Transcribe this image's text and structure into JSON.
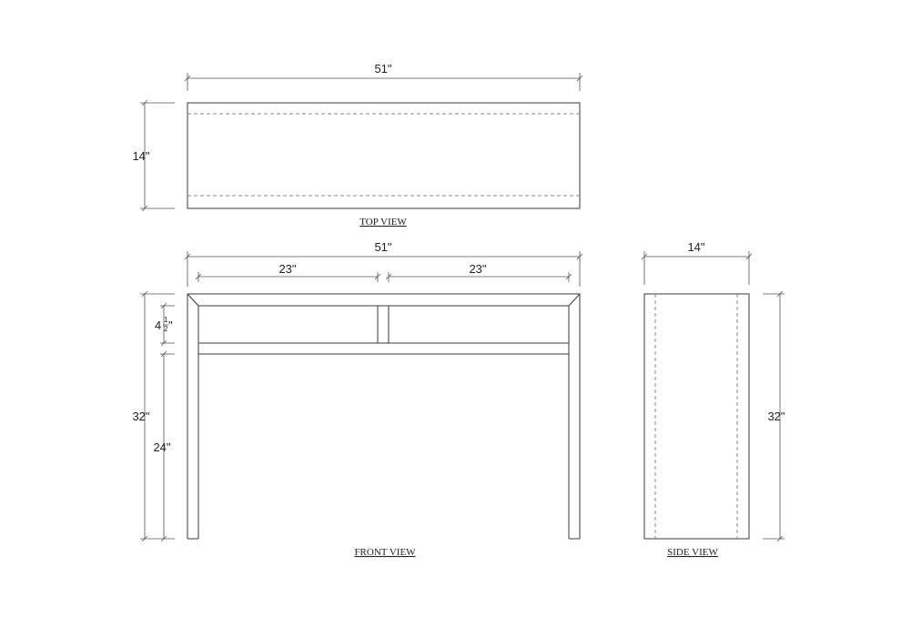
{
  "views": {
    "top": {
      "title": "TOP VIEW",
      "width_label": "51\"",
      "depth_label": "14\""
    },
    "front": {
      "title": "FRONT VIEW",
      "width_label": "51\"",
      "drawer_left_label": "23\"",
      "drawer_right_label": "23\"",
      "apron_label_whole": "4",
      "apron_label_num": "1",
      "apron_label_den": "2",
      "apron_label_unit": "\"",
      "total_height_label": "32\"",
      "leg_height_label": "24\""
    },
    "side": {
      "title": "SIDE VIEW",
      "depth_label": "14\"",
      "height_label": "32\""
    }
  },
  "colors": {
    "line": "#3a3a3a",
    "dash": "#8a8a8a",
    "text": "#222222"
  }
}
